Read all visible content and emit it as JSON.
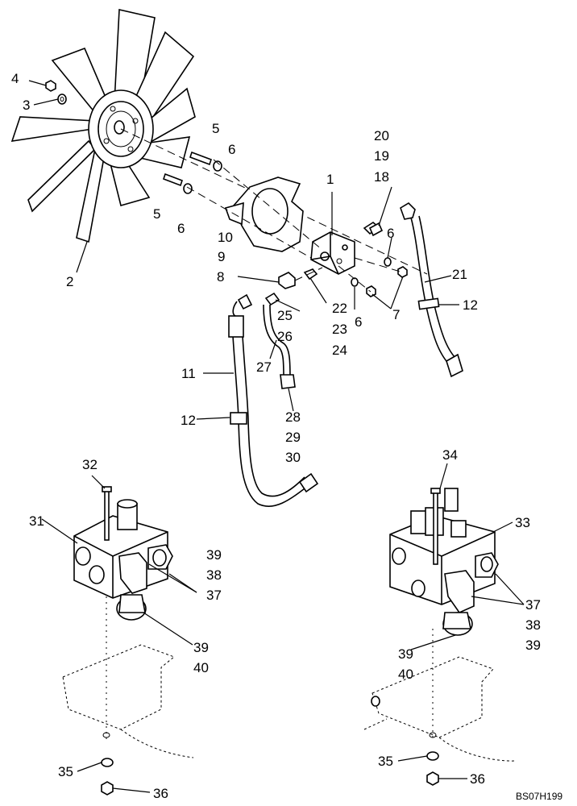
{
  "drawing_code": "BS07H199",
  "callouts": {
    "c1": "1",
    "c2": "2",
    "c3": "3",
    "c4": "4",
    "c5a": "5",
    "c5b": "5",
    "c6a": "6",
    "c6b": "6",
    "c6c": "6",
    "c6d": "6",
    "c7": "7",
    "c8": "8",
    "c9": "9",
    "c10": "10",
    "c11": "11",
    "c12a": "12",
    "c12b": "12",
    "c18": "18",
    "c19": "19",
    "c20": "20",
    "c21": "21",
    "c22": "22",
    "c23": "23",
    "c24": "24",
    "c25": "25",
    "c26": "26",
    "c27": "27",
    "c28": "28",
    "c29": "29",
    "c30": "30",
    "c31": "31",
    "c32": "32",
    "c33": "33",
    "c34": "34",
    "c35a": "35",
    "c35b": "35",
    "c36a": "36",
    "c36b": "36",
    "c37a": "37",
    "c37b": "37",
    "c38a": "38",
    "c38b": "38",
    "c39a": "39",
    "c39b": "39",
    "c39c": "39",
    "c39d": "39",
    "c40a": "40",
    "c40b": "40"
  }
}
